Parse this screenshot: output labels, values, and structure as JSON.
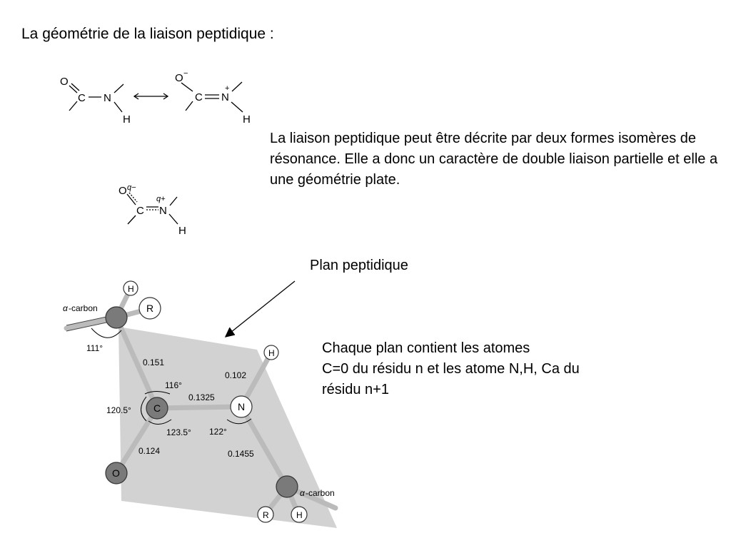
{
  "slide": {
    "title": "La géométrie de la liaison peptidique :",
    "description": "La liaison peptidique peut être décrite par deux formes isomères de résonance. Elle a donc un caractère de double liaison partielle et elle a une géométrie plate.",
    "plan_label": "Plan peptidique",
    "chaque_lines": [
      "Chaque plan contient les atomes",
      "C=0 du résidu n et les atome N,H, Ca du",
      "résidu n+1"
    ]
  },
  "resonance": {
    "form1": {
      "o": "O",
      "c": "C",
      "n": "N",
      "h": "H"
    },
    "form2": {
      "o": "O",
      "o_charge": "−",
      "c": "C",
      "n": "N",
      "n_charge": "+",
      "h": "H"
    },
    "hybrid": {
      "o": "O",
      "o_charge": "q−",
      "c": "C",
      "n": "N",
      "n_charge": "q+",
      "h": "H"
    }
  },
  "diagram": {
    "atoms": {
      "h1": "H",
      "r1": "R",
      "c": "C",
      "n": "N",
      "h_n": "H",
      "o": "O",
      "r2": "R",
      "h2": "H"
    },
    "labels": {
      "alpha_carbon_top": "-carbon",
      "alpha_carbon_bottom": "-carbon",
      "alpha_symbol": "α",
      "angle_111": "111°",
      "angle_116": "116°",
      "angle_120_5": "120.5°",
      "angle_123_5": "123.5°",
      "angle_122": "122°",
      "bond_0151": "0.151",
      "bond_01325": "0.1325",
      "bond_0102": "0.102",
      "bond_0124": "0.124",
      "bond_01455": "0.1455"
    }
  }
}
